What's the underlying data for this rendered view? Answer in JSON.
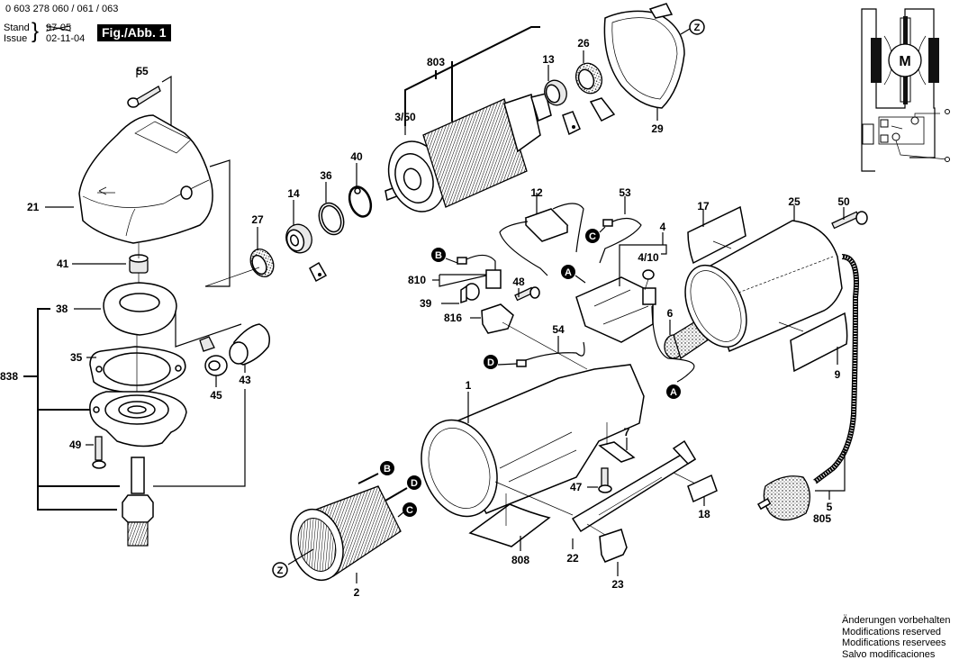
{
  "header": {
    "part_numbers": "0 603 278 060 / 061 / 063",
    "stand_label": "Stand",
    "issue_label": "Issue",
    "old_date": "97-05",
    "date": "02-11-04",
    "figure_label": "Fig./Abb. 1"
  },
  "footer": {
    "lines": [
      "Änderungen vorbehalten",
      "Modifications reserved",
      "Modifications reservees",
      "Salvo modificaciones"
    ]
  },
  "wiring_diagram": {
    "motor_label": "M"
  },
  "parts": {
    "p55": "55",
    "p21": "21",
    "p41": "41",
    "p38": "38",
    "p838": "838",
    "p35": "35",
    "p49": "49",
    "p45": "45",
    "p43": "43",
    "p27": "27",
    "p14": "14",
    "p36": "36",
    "p40": "40",
    "p803": "803",
    "p350": "3/50",
    "p13": "13",
    "p26": "26",
    "p29": "29",
    "p12": "12",
    "p53": "53",
    "p4": "4",
    "p410": "4/10",
    "p810": "810",
    "p39": "39",
    "p816": "816",
    "p48": "48",
    "p54": "54",
    "p6": "6",
    "p17": "17",
    "p25": "25",
    "p50": "50",
    "p9": "9",
    "p1": "1",
    "p7": "7",
    "p47": "47",
    "p18": "18",
    "p22": "22",
    "p23": "23",
    "p808": "808",
    "p2": "2",
    "p5": "5",
    "p805": "805"
  },
  "connectors": {
    "A": "A",
    "B": "B",
    "C": "C",
    "D": "D",
    "Z": "Z"
  }
}
